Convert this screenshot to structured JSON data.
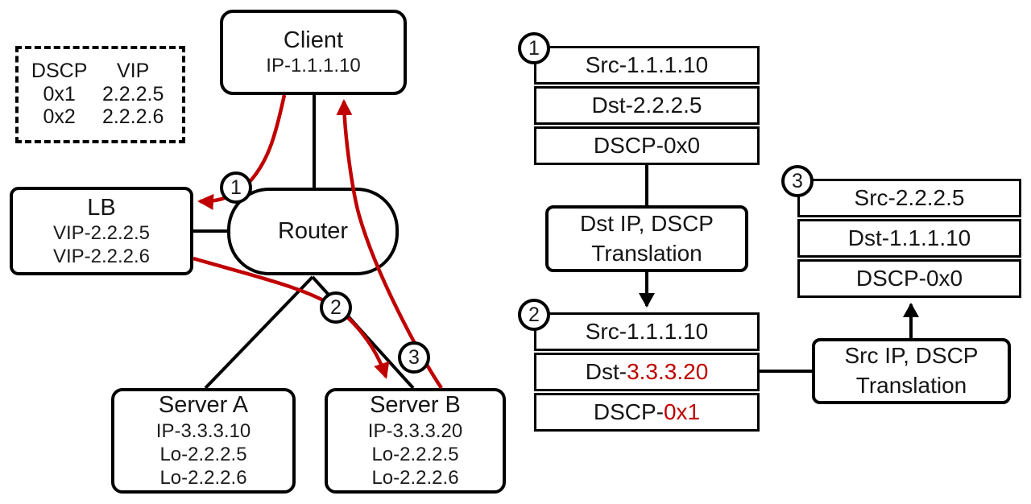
{
  "colors": {
    "accent_red": "#c00000",
    "line_black": "#000000"
  },
  "legend": {
    "headers": [
      "DSCP",
      "VIP"
    ],
    "rows": [
      [
        "0x1",
        "2.2.2.5"
      ],
      [
        "0x2",
        "2.2.2.6"
      ]
    ]
  },
  "topology": {
    "client": {
      "title": "Client",
      "lines": [
        "IP-1.1.1.10"
      ]
    },
    "lb": {
      "title": "LB",
      "lines": [
        "VIP-2.2.2.5",
        "VIP-2.2.2.6"
      ]
    },
    "router": {
      "title": "Router"
    },
    "server_a": {
      "title": "Server A",
      "lines": [
        "IP-3.3.3.10",
        "Lo-2.2.2.5",
        "Lo-2.2.2.6"
      ]
    },
    "server_b": {
      "title": "Server B",
      "lines": [
        "IP-3.3.3.20",
        "Lo-2.2.2.5",
        "Lo-2.2.2.6"
      ]
    }
  },
  "steps": {
    "s1": "1",
    "s2": "2",
    "s3": "3"
  },
  "packets": {
    "p1": {
      "step": "1",
      "rows": [
        {
          "text": "Src-1.1.1.10",
          "highlight": ""
        },
        {
          "text": "Dst-2.2.2.5",
          "highlight": ""
        },
        {
          "text": "DSCP-0x0",
          "highlight": ""
        }
      ]
    },
    "p2": {
      "step": "2",
      "rows": [
        {
          "text": "Src-1.1.1.10",
          "highlight": ""
        },
        {
          "text": "Dst-",
          "highlight": "3.3.3.20"
        },
        {
          "text": "DSCP-",
          "highlight": "0x1"
        }
      ]
    },
    "p3": {
      "step": "3",
      "rows": [
        {
          "text": "Src-2.2.2.5",
          "highlight": ""
        },
        {
          "text": "Dst-1.1.1.10",
          "highlight": ""
        },
        {
          "text": "DSCP-0x0",
          "highlight": ""
        }
      ]
    }
  },
  "processes": {
    "dst_translation": {
      "line1": "Dst IP, DSCP",
      "line2": "Translation"
    },
    "src_translation": {
      "line1": "Src IP, DSCP",
      "line2": "Translation"
    }
  }
}
